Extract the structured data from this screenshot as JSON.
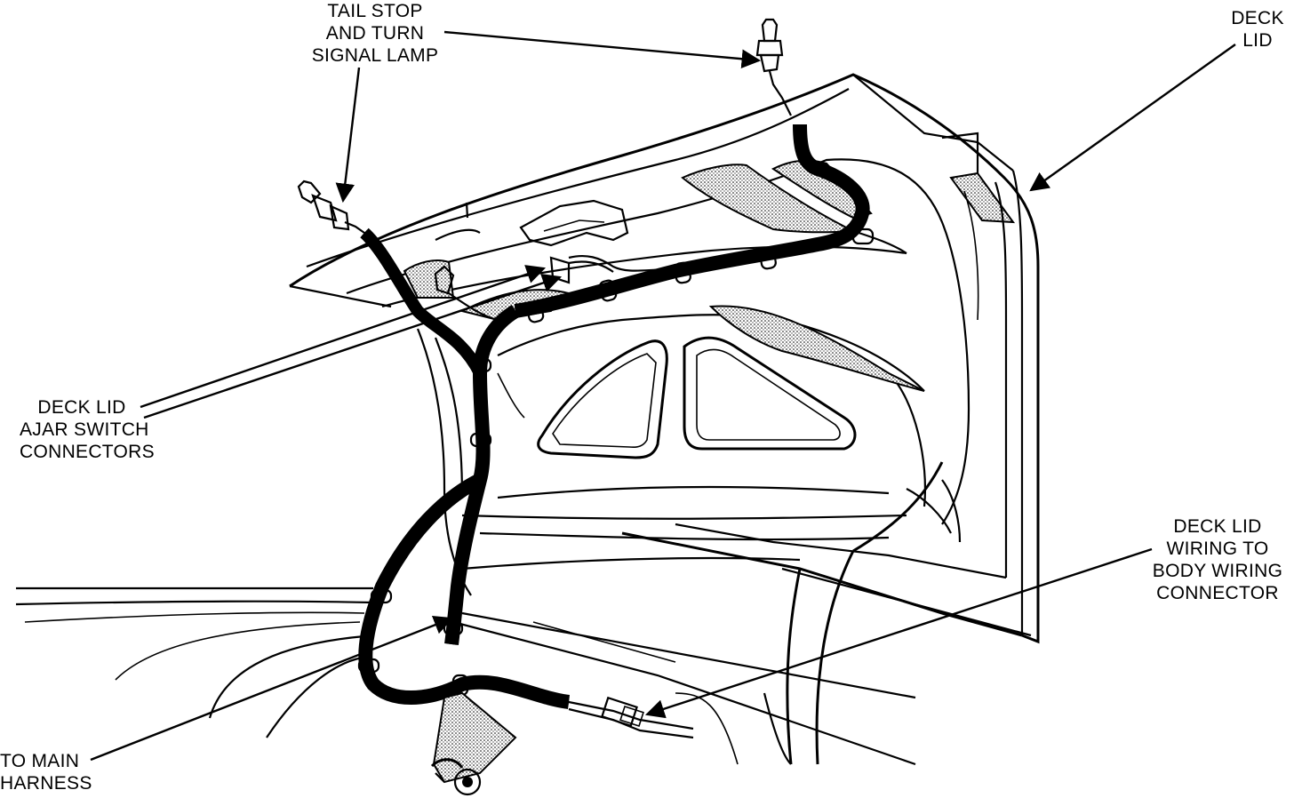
{
  "labels": {
    "tail_lamp": [
      "TAIL STOP",
      "AND TURN",
      "SIGNAL LAMP"
    ],
    "deck_lid": [
      "DECK",
      "LID"
    ],
    "ajar_switch": [
      "DECK LID",
      "AJAR SWITCH",
      "CONNECTORS"
    ],
    "body_wiring": [
      "DECK LID",
      "WIRING TO",
      "BODY WIRING",
      "CONNECTOR"
    ],
    "main_harness": [
      "TO MAIN",
      "HARNESS"
    ]
  }
}
